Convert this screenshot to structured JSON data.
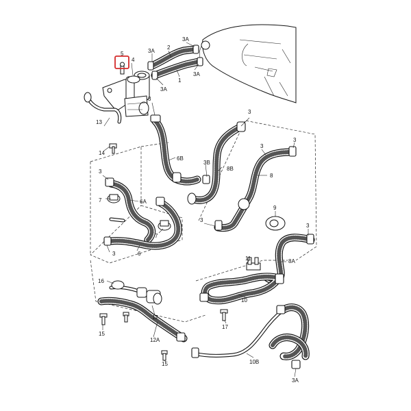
{
  "diagram": {
    "callouts": {
      "c5": "5",
      "c4": "4",
      "c3A_a": "3A",
      "c2": "2",
      "c3A_b": "3A",
      "c3A_c": "3A",
      "c3A_d": "3A",
      "c1": "1",
      "c3A_e": "3A",
      "c13": "13",
      "c14": "14",
      "c3_a": "3",
      "c6B": "6B",
      "c3B": "3B",
      "c8B": "8B",
      "c3_b": "3",
      "c3_c": "3",
      "c8": "8",
      "c3_d": "3",
      "c7_a": "7",
      "c6A": "6A",
      "c7_b": "7",
      "c3_e": "3",
      "c6": "6",
      "c9": "9",
      "c3_f": "3",
      "c3_g": "3",
      "c11": "11",
      "c8A": "8A",
      "c10": "10",
      "c16": "16",
      "c12": "12",
      "c15_a": "15",
      "c17": "17",
      "c12A": "12A",
      "c15_b": "15",
      "c10B": "10B",
      "c3_h": "3"
    },
    "highlight_color": "#d42a2a",
    "line_color": "#111111",
    "texture_color": "#555555"
  }
}
